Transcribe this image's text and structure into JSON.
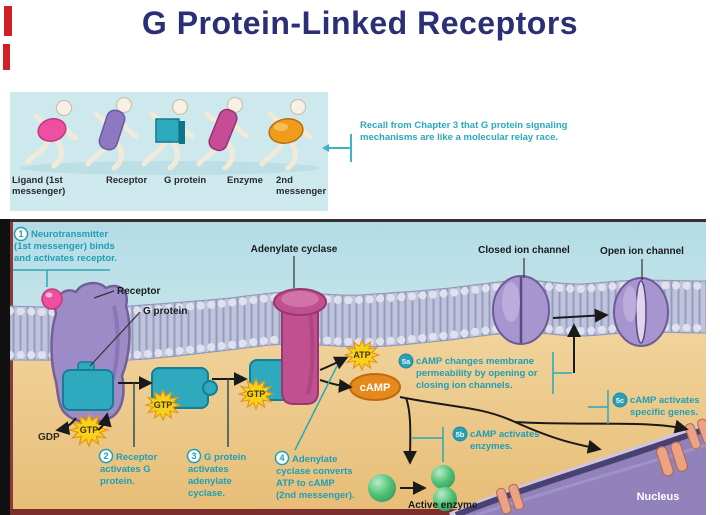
{
  "title": "G Protein-Linked Receptors",
  "relay_panel": {
    "runners": [
      {
        "label": "Ligand (1st messenger)"
      },
      {
        "label": "Receptor"
      },
      {
        "label": "G protein"
      },
      {
        "label": "Enzyme"
      },
      {
        "label": "2nd messenger"
      }
    ],
    "callout": "Recall from Chapter 3 that G protein signaling mechanisms are like a molecular relay race."
  },
  "diagram": {
    "labels": {
      "receptor": "Receptor",
      "g_protein": "G protein",
      "adenylate_cyclase": "Adenylate cyclase",
      "closed_channel": "Closed ion channel",
      "open_channel": "Open ion channel",
      "gdp": "GDP",
      "gtp": "GTP",
      "atp": "ATP",
      "camp": "cAMP",
      "active_enzyme": "Active enzyme",
      "nucleus": "Nucleus"
    },
    "steps": {
      "s1": {
        "num": "1",
        "lines": [
          "Neurotransmitter",
          "(1st messenger) binds",
          "and activates receptor."
        ]
      },
      "s2": {
        "num": "2",
        "lines": [
          "Receptor",
          "activates G",
          "protein."
        ]
      },
      "s3": {
        "num": "3",
        "lines": [
          "G protein",
          "activates",
          "adenylate",
          "cyclase."
        ]
      },
      "s4": {
        "num": "4",
        "lines": [
          "Adenylate",
          "cyclase converts",
          "ATP to cAMP",
          "(2nd messenger)."
        ]
      },
      "s5a": {
        "num": "5a",
        "lines": [
          "cAMP changes membrane",
          "permeability by opening or",
          "closing ion channels."
        ]
      },
      "s5b": {
        "num": "5b",
        "lines": [
          "cAMP activates",
          "enzymes."
        ]
      },
      "s5c": {
        "num": "5c",
        "lines": [
          "cAMP activates",
          "specific genes."
        ]
      }
    }
  },
  "colors": {
    "title": "#2b2f75",
    "teal_text": "#1f9fb5",
    "red_accent": "#d11f26",
    "panel_bg": "#cde9ee",
    "ligand": "#ee4fa0",
    "receptor": "#9d8bc7",
    "g_protein": "#2fa9bd",
    "cyclase": "#c0508f",
    "channel": "#a795cf",
    "star": "#f6d21c",
    "star_edge": "#e8930f",
    "camp": "#e6891b",
    "enzyme": "#52c178",
    "nucleus": "#9182bb",
    "pore": "#eda284",
    "runner_receptor": "#8f78c2",
    "runner_enzyme": "#c74b97",
    "runner_messenger": "#ef9c1c"
  }
}
